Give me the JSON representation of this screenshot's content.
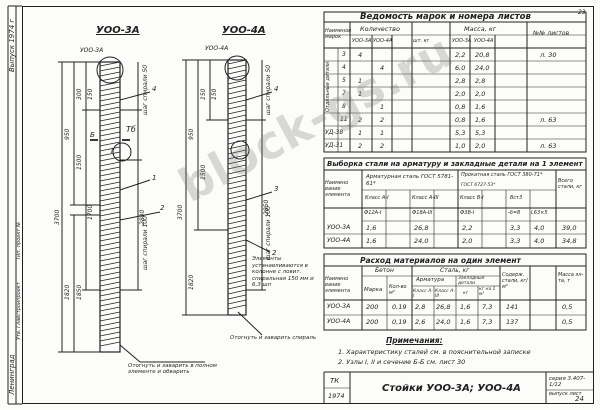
{
  "left_strip": {
    "issue": "Выпуск 1974 г",
    "org": "Ленинград",
    "note1": "Тип. проект №",
    "note2": "Утв. Главстройпроект"
  },
  "drawing1": {
    "title": "УОО-3А",
    "marks": {
      "top": "УОО-3А",
      "p1": "4",
      "p2": "1",
      "b1": "Б",
      "b2": "I",
      "sec": "2",
      "label_tb": "Тб",
      "note_shag": "шаг спирали 50",
      "note_shag2": "шаг спирали 100",
      "d1": "300",
      "d2": "150",
      "d3": "950",
      "d4": "1500",
      "d5": "1700",
      "d6": "3700",
      "d7": "1820",
      "d8": "1850",
      "d9": "2800"
    },
    "weld_note": "Отогнуть и заварить в полном элементе и обварить"
  },
  "drawing2": {
    "title": "УОО-4А",
    "marks": {
      "top": "УОО-4А",
      "p1": "4",
      "p2": "3",
      "sec": "2",
      "note_shag": "шаг спирали 50",
      "note_shag2": "шаг спирали 100",
      "d1": "150",
      "d2": "150",
      "d3": "950",
      "d4": "1500",
      "d5": "3700",
      "d6": "1820",
      "d7": "2850"
    },
    "note": "Элементы устанавливаются в колонне с ловит. спиральная 150 мм и 6,3 шп",
    "weld_note": "Отогнуть и заварить спираль"
  },
  "table1": {
    "title": "Ведомость марок и номера листов",
    "sheet_no": "23",
    "headers": {
      "mark": "Наименов марок",
      "qty": "Количество",
      "mass": "Масса, кг",
      "sheets": "№№ листов",
      "q3": "УОО-3А",
      "q4": "УОО-4А",
      "unit": "шт. кг",
      "m3": "УОО-3А",
      "m4": "УОО-4А"
    },
    "side_label": "Отдельные детали",
    "rows": [
      {
        "n": "3",
        "q3": "4",
        "q4": "",
        "u": "",
        "m3": "2,2",
        "m4": "20,8",
        "s": "л. 30"
      },
      {
        "n": "4",
        "q3": "",
        "q4": "4",
        "u": "",
        "m3": "6,0",
        "m4": "24,0",
        "s": ""
      },
      {
        "n": "5",
        "q3": "1",
        "q4": "",
        "u": "",
        "m3": "2,8",
        "m4": "2,8",
        "s": ""
      },
      {
        "n": "7",
        "q3": "1",
        "q4": "",
        "u": "",
        "m3": "2,0",
        "m4": "2,0",
        "s": ""
      },
      {
        "n": "8",
        "q3": "",
        "q4": "1",
        "u": "",
        "m3": "0,8",
        "m4": "1,6",
        "s": ""
      },
      {
        "n": "11",
        "q3": "2",
        "q4": "2",
        "u": "",
        "m3": "0,8",
        "m4": "1,6",
        "s": "л. 63"
      },
      {
        "n": "УД-38",
        "q3": "1",
        "q4": "1",
        "u": "",
        "m3": "5,3",
        "m4": "5,3",
        "s": ""
      },
      {
        "n": "УД-31",
        "q3": "2",
        "q4": "2",
        "u": "",
        "m3": "1,0",
        "m4": "2,0",
        "s": "л. 63"
      }
    ]
  },
  "table2": {
    "title": "Выборка стали на арматуру и закладные детали на 1 элемент",
    "headers": {
      "name": "Наимено вание элемента",
      "steel": "Арматурная сталь ГОСТ 5781-61*",
      "rolled": "Прокатная сталь ГОСТ 380-71*",
      "total": "Всего стали, кг",
      "classA1": "Класс А-I",
      "classA3": "Класс А-III",
      "classB1": "Класс В-I",
      "st3": "Вст3",
      "c1": "Ф12А-I",
      "c2": "Ф18А-III",
      "c3": "Ф3В-I",
      "c4": "-δ=8",
      "c5": "L63×5",
      "sub": "ГОСТ 6727-53*"
    },
    "rows": [
      {
        "name": "УОО-3А",
        "v1": "1,6",
        "v2": "26,8",
        "v3": "2,2",
        "v4": "3,3",
        "v5": "4,0",
        "total": "39,0"
      },
      {
        "name": "УОО-4А",
        "v1": "1,6",
        "v2": "24,0",
        "v3": "2,0",
        "v4": "3,3",
        "v5": "4,0",
        "total": "34,8"
      }
    ]
  },
  "table3": {
    "title": "Расход материалов на один элемент",
    "headers": {
      "name": "Наимено вание элемента",
      "beton": "Бетон",
      "marka": "Марка",
      "kol": "Кол-во м³",
      "stal": "Сталь, кг",
      "arm": "Арматура",
      "zakl": "Закладные детали",
      "d1": "Класс А-I",
      "d2": "Класс А-III",
      "kg": "кг",
      "kgm": "кг на 1 м³",
      "sod": "Содерж. стали, кг/м³",
      "massa": "Масса эл-та, т"
    },
    "rows": [
      {
        "name": "УОО-3А",
        "marka": "200",
        "kol": "0,19",
        "a1": "2,8",
        "a3": "26,8",
        "z1": "1,6",
        "z2": "7,3",
        "sod": "141",
        "massa": "0,5"
      },
      {
        "name": "УОО-4А",
        "marka": "200",
        "kol": "0,19",
        "a1": "2,6",
        "a3": "24,0",
        "z1": "1,6",
        "z2": "7,3",
        "sod": "137",
        "massa": "0,5"
      }
    ]
  },
  "notes": {
    "title": "Примечания:",
    "n1": "1. Характеристику сталей см. в пояснительной записке",
    "n2": "2. Узлы I, II и сечение Б-Б см. лист 30"
  },
  "stamp": {
    "code1": "ТК",
    "year": "1974",
    "title": "Стойки УОО-3А; УОО-4А",
    "series": "серия 3.407-1/12",
    "vyp": "выпуск лист",
    "sheet": "24"
  },
  "watermark": "block-gs.ru"
}
